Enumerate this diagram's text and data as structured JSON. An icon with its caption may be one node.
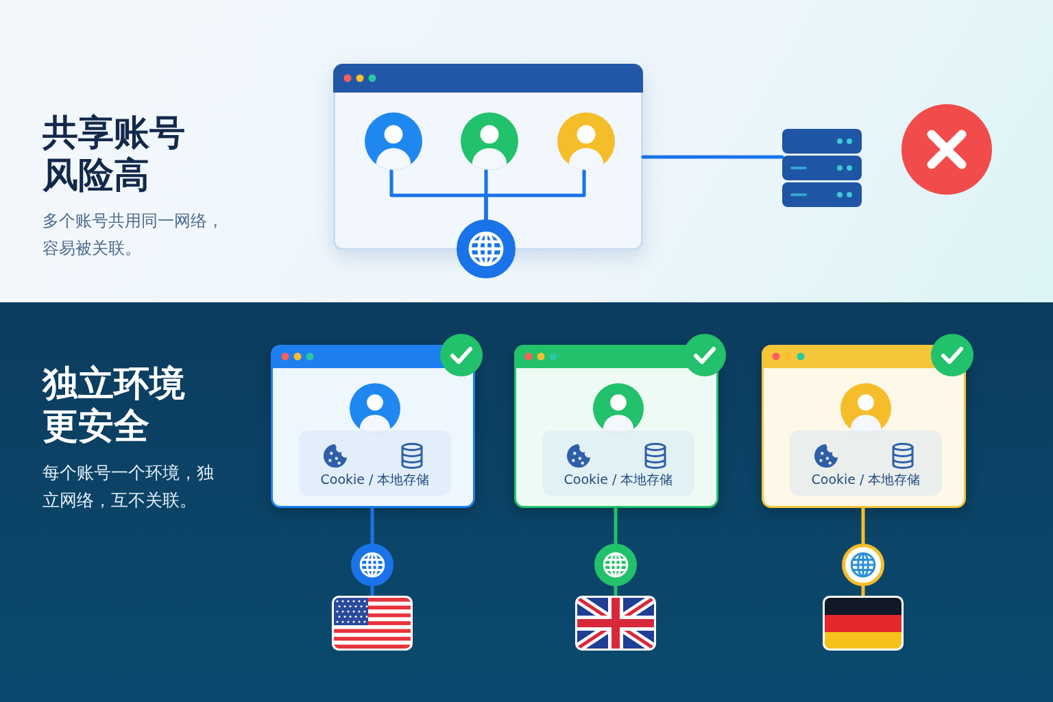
{
  "diagram": {
    "nodes": [
      {
        "text": [],
        "shape": "box"
      },
      {
        "text": [],
        "shape": "person",
        "in": 0
      },
      {
        "text": [],
        "shape": "person",
        "in": 0
      },
      {
        "text": [],
        "shape": "person",
        "in": 0
      },
      {
        "text": [],
        "shape": "globe"
      },
      {
        "text": [],
        "shape": "server"
      },
      {
        "text": [],
        "shape": "box"
      },
      {
        "text": [],
        "shape": "person",
        "in": 6
      },
      {
        "text": [
          "Cookie / 本地存储"
        ],
        "in": 6
      },
      {
        "text": [],
        "shape": "box"
      },
      {
        "text": [],
        "shape": "person",
        "in": 9
      },
      {
        "text": [
          "Cookie / 本地存储"
        ],
        "in": 9
      },
      {
        "text": [],
        "shape": "box"
      },
      {
        "text": [],
        "shape": "person",
        "in": 12
      },
      {
        "text": [
          "Cookie / 本地存储"
        ],
        "in": 12
      },
      {
        "text": [],
        "shape": "globe"
      },
      {
        "text": [],
        "shape": "globe"
      },
      {
        "text": [],
        "shape": "globe"
      },
      {
        "text": [],
        "shape": "flag"
      },
      {
        "text": [],
        "shape": "flag"
      },
      {
        "text": [],
        "shape": "flag"
      }
    ],
    "edges": [
      {
        "from": 1,
        "to": 4,
        "arrow": "none"
      },
      {
        "from": 2,
        "to": 4,
        "arrow": "none"
      },
      {
        "from": 3,
        "to": 4,
        "arrow": "none"
      },
      {
        "from": 0,
        "to": 5,
        "arrow": "none"
      },
      {
        "from": 6,
        "to": 15,
        "arrow": "none"
      },
      {
        "from": 15,
        "to": 18,
        "arrow": "none"
      },
      {
        "from": 9,
        "to": 16,
        "arrow": "none",
        "color": "#22c16b"
      },
      {
        "from": 16,
        "to": 19,
        "arrow": "none",
        "color": "#22c16b"
      },
      {
        "from": 12,
        "to": 17,
        "arrow": "none",
        "color": "#f5bd2a"
      },
      {
        "from": 17,
        "to": 20,
        "arrow": "none",
        "color": "#f5bd2a"
      }
    ],
    "labels": [
      "共享账号风险高",
      "多个账号共用同一网络，容易被关联。",
      "独立环境更安全",
      "每个账号一个环境，独立网络，互不关联。"
    ]
  }
}
